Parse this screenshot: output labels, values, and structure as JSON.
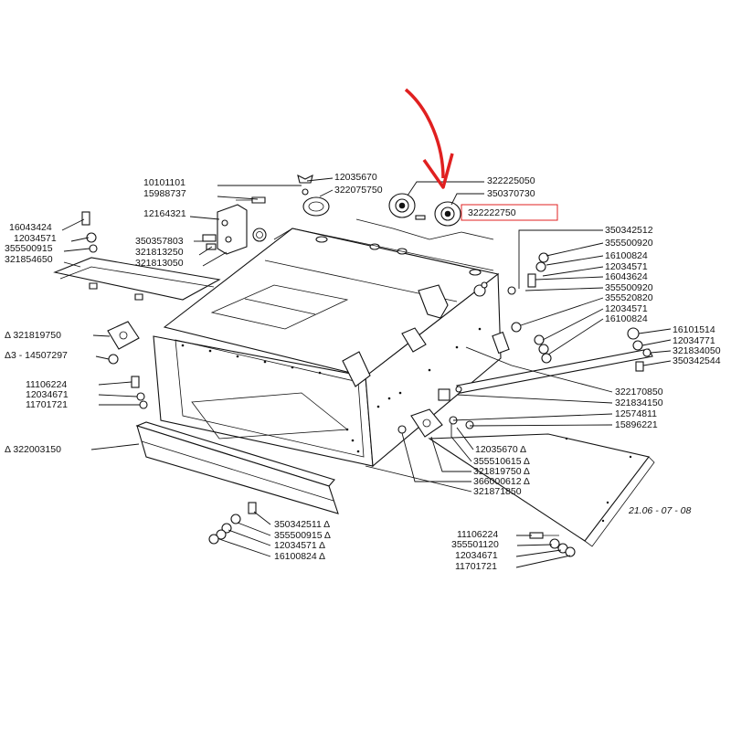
{
  "accent_color": "#e02020",
  "highlight_label": "322222750",
  "drawing_code": "21.06 - 07 - 08",
  "callouts": [
    {
      "id": "c1",
      "text": "10101101"
    },
    {
      "id": "c2",
      "text": "15988737"
    },
    {
      "id": "c3",
      "text": "12035670"
    },
    {
      "id": "c4",
      "text": "322075750"
    },
    {
      "id": "c5",
      "text": "12164321"
    },
    {
      "id": "c6",
      "text": "16043424"
    },
    {
      "id": "c7",
      "text": "12034571"
    },
    {
      "id": "c8",
      "text": "355500915"
    },
    {
      "id": "c9",
      "text": "321854650"
    },
    {
      "id": "c10",
      "text": "350357803"
    },
    {
      "id": "c11",
      "text": "321813250"
    },
    {
      "id": "c12",
      "text": "321813050"
    },
    {
      "id": "c13",
      "text": "322225050"
    },
    {
      "id": "c14",
      "text": "350370730"
    },
    {
      "id": "c15",
      "text": "350342512"
    },
    {
      "id": "c16",
      "text": "355500920"
    },
    {
      "id": "c17",
      "text": "16100824"
    },
    {
      "id": "c18",
      "text": "12034571"
    },
    {
      "id": "c19",
      "text": "16043624"
    },
    {
      "id": "c20",
      "text": "355500920"
    },
    {
      "id": "c21",
      "text": "355520820"
    },
    {
      "id": "c22",
      "text": "12034571"
    },
    {
      "id": "c23",
      "text": "16100824"
    },
    {
      "id": "c24",
      "text": "16101514"
    },
    {
      "id": "c25",
      "text": "12034771"
    },
    {
      "id": "c26",
      "text": "321834050"
    },
    {
      "id": "c27",
      "text": "350342544"
    },
    {
      "id": "c28",
      "text": "Δ  321819750"
    },
    {
      "id": "c29",
      "text": "Δ3 - 14507297"
    },
    {
      "id": "c30",
      "text": "11106224"
    },
    {
      "id": "c31",
      "text": "12034671"
    },
    {
      "id": "c32",
      "text": "11701721"
    },
    {
      "id": "c33",
      "text": "322170850"
    },
    {
      "id": "c34",
      "text": "321834150"
    },
    {
      "id": "c35",
      "text": "12574811"
    },
    {
      "id": "c36",
      "text": "15896221"
    },
    {
      "id": "c37",
      "text": "Δ  322003150"
    },
    {
      "id": "c38",
      "text": "12035670 Δ"
    },
    {
      "id": "c39",
      "text": "355510615 Δ"
    },
    {
      "id": "c40",
      "text": "321819750 Δ"
    },
    {
      "id": "c41",
      "text": "366000612 Δ"
    },
    {
      "id": "c42",
      "text": "321871850"
    },
    {
      "id": "c43",
      "text": "350342511  Δ"
    },
    {
      "id": "c44",
      "text": "355500915  Δ"
    },
    {
      "id": "c45",
      "text": "12034571  Δ"
    },
    {
      "id": "c46",
      "text": "16100824  Δ"
    },
    {
      "id": "c47",
      "text": "11106224"
    },
    {
      "id": "c48",
      "text": "355501120"
    },
    {
      "id": "c49",
      "text": "12034671"
    },
    {
      "id": "c50",
      "text": "11701721"
    }
  ]
}
